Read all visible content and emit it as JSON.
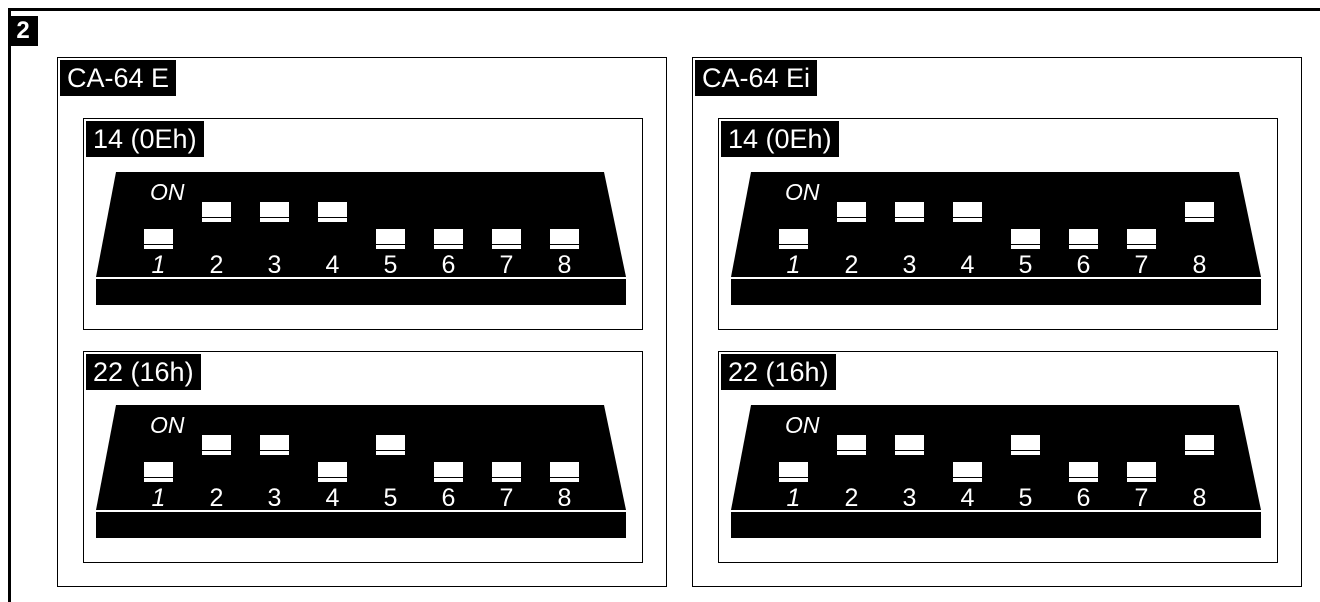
{
  "figure_label": "2",
  "groups": [
    {
      "title": "CA-64 E",
      "panels": [
        {
          "title": "14 (0Eh)",
          "on_label": "ON",
          "switch_numbers": [
            "1",
            "2",
            "3",
            "4",
            "5",
            "6",
            "7",
            "8"
          ],
          "switches_on": [
            false,
            true,
            true,
            true,
            false,
            false,
            false,
            false
          ]
        },
        {
          "title": "22 (16h)",
          "on_label": "ON",
          "switch_numbers": [
            "1",
            "2",
            "3",
            "4",
            "5",
            "6",
            "7",
            "8"
          ],
          "switches_on": [
            false,
            true,
            true,
            false,
            true,
            false,
            false,
            false
          ]
        }
      ]
    },
    {
      "title": "CA-64 Ei",
      "panels": [
        {
          "title": "14 (0Eh)",
          "on_label": "ON",
          "switch_numbers": [
            "1",
            "2",
            "3",
            "4",
            "5",
            "6",
            "7",
            "8"
          ],
          "switches_on": [
            false,
            true,
            true,
            true,
            false,
            false,
            false,
            true
          ]
        },
        {
          "title": "22 (16h)",
          "on_label": "ON",
          "switch_numbers": [
            "1",
            "2",
            "3",
            "4",
            "5",
            "6",
            "7",
            "8"
          ],
          "switches_on": [
            false,
            true,
            true,
            false,
            true,
            false,
            false,
            true
          ]
        }
      ]
    }
  ]
}
